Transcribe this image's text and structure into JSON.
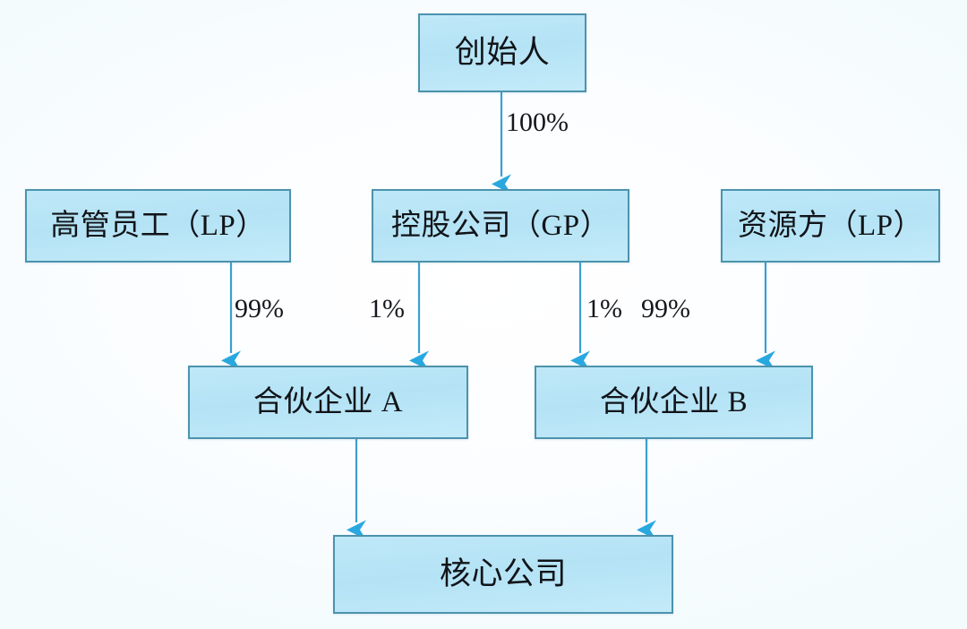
{
  "diagram": {
    "type": "org-equity-structure",
    "colors": {
      "node_fill": "#b4e3f5",
      "node_border": "#4c93ad",
      "connector_line": "#3a9fd4",
      "arrow_head": "#29a8e0",
      "label_text": "#14171c",
      "background": "#fbfdff"
    },
    "nodes": [
      {
        "id": "founder",
        "label": "创始人"
      },
      {
        "id": "exec_lp",
        "label": "高管员工（LP）"
      },
      {
        "id": "holding_gp",
        "label": "控股公司（GP）"
      },
      {
        "id": "resource_lp",
        "label": "资源方（LP）"
      },
      {
        "id": "partnership_a",
        "label": "合伙企业 A"
      },
      {
        "id": "partnership_b",
        "label": "合伙企业 B"
      },
      {
        "id": "core",
        "label": "核心公司"
      }
    ],
    "edges": [
      {
        "id": "founder_to_holding",
        "from": "founder",
        "to": "holding_gp",
        "label": "100%"
      },
      {
        "id": "exec_to_a",
        "from": "exec_lp",
        "to": "partnership_a",
        "label": "99%"
      },
      {
        "id": "holding_to_a",
        "from": "holding_gp",
        "to": "partnership_a",
        "label": "1%"
      },
      {
        "id": "holding_to_b",
        "from": "holding_gp",
        "to": "partnership_b",
        "label": "1%"
      },
      {
        "id": "resource_to_b",
        "from": "resource_lp",
        "to": "partnership_b",
        "label": "99%"
      },
      {
        "id": "a_to_core",
        "from": "partnership_a",
        "to": "core",
        "label": ""
      },
      {
        "id": "b_to_core",
        "from": "partnership_b",
        "to": "core",
        "label": ""
      }
    ]
  }
}
